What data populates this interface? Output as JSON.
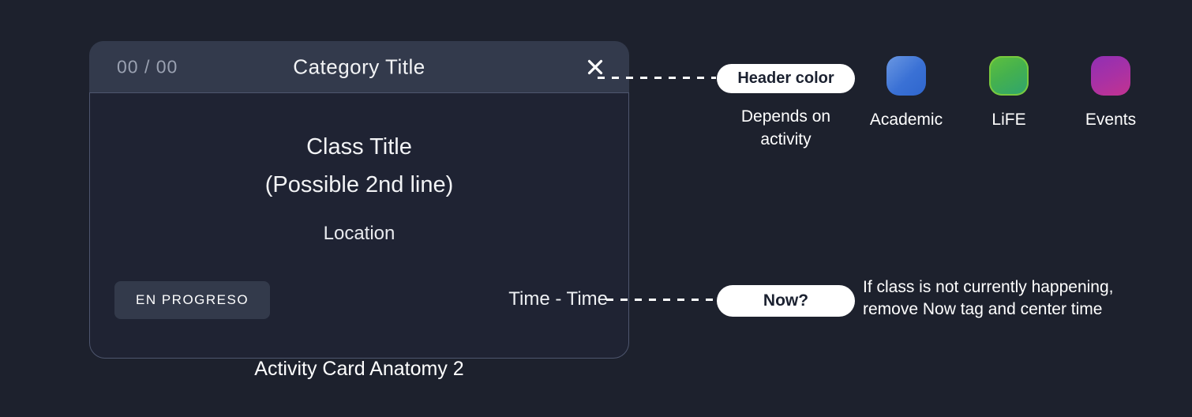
{
  "colors": {
    "page_bg": "#1d212d",
    "header_bg": "#333a4c",
    "card_body_bg": "#1f2333",
    "card_border": "#4e566e",
    "counter_text": "#9aa1b1",
    "badge_bg": "#333a4b",
    "pill_bg": "#ffffff",
    "pill_text": "#1b2130",
    "text": "#f2f3f5",
    "dash_color": "#ffffff"
  },
  "card": {
    "header": {
      "counter": "00 / 00",
      "title": "Category Title",
      "close_icon": "✕"
    },
    "class_title_line1": "Class Title",
    "class_title_line2": "(Possible 2nd line)",
    "location": "Location",
    "status_badge": "EN PROGRESO",
    "time_range": "Time - Time"
  },
  "caption": "Activity Card Anatomy 2",
  "annotations": {
    "header_color_pill": "Header color",
    "header_color_note_line1": "Depends on",
    "header_color_note_line2": "activity",
    "now_pill": "Now?",
    "now_note_line1": "If class is not currently happening,",
    "now_note_line2": "remove Now tag and center time"
  },
  "legend": [
    {
      "label": "Academic",
      "gradient": "linear-gradient(135deg, #6a97e2 0%, #3a71d5 55%, #2f66cd 100%)"
    },
    {
      "label": "LiFE",
      "gradient": "linear-gradient(150deg, #5fc13d 0%, #45b14e 45%, #2ea46f 100%)",
      "border": "#79c93e"
    },
    {
      "label": "Events",
      "gradient": "linear-gradient(155deg, #9030b4 0%, #a831a5 50%, #c23390 100%)"
    }
  ]
}
